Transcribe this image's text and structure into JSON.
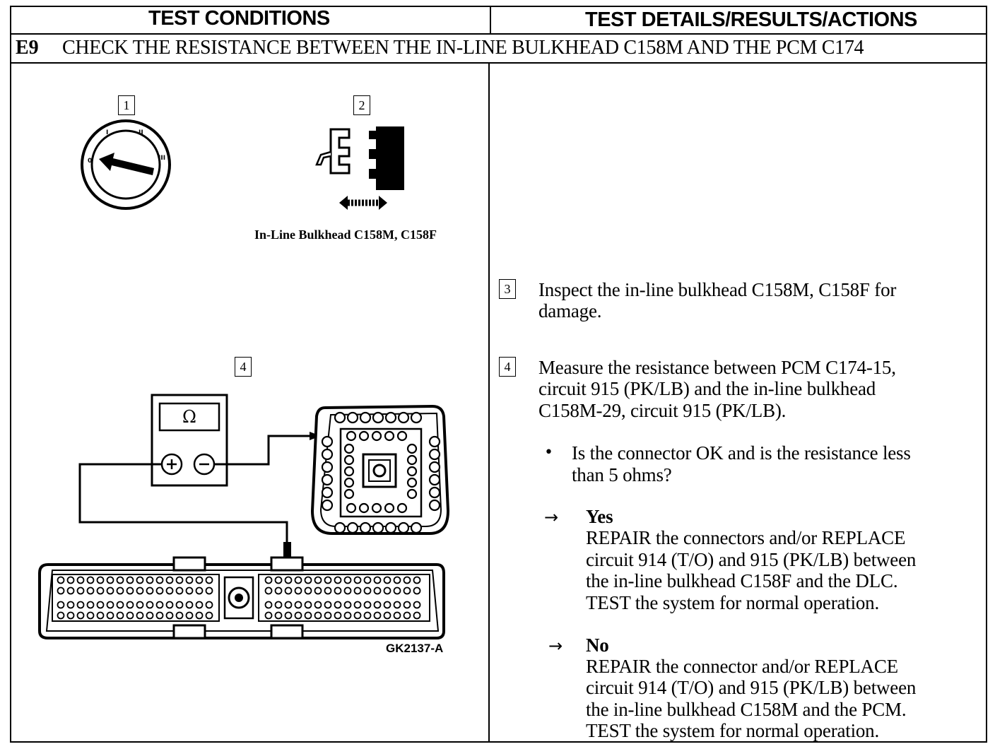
{
  "header": {
    "left": "TEST CONDITIONS",
    "right": "TEST DETAILS/RESULTS/ACTIONS"
  },
  "step": {
    "id": "E9",
    "title": "CHECK THE RESISTANCE BETWEEN THE IN-LINE BULKHEAD C158M AND THE PCM C174"
  },
  "figures": {
    "fig1": {
      "number": "1",
      "icon": "ignition-off-icon"
    },
    "fig2": {
      "number": "2",
      "icon": "connector-disconnect-icon",
      "caption": "In-Line Bulkhead C158M, C158F"
    },
    "fig4": {
      "number": "4",
      "icon": "ohmmeter-icon",
      "meter_symbol": "Ω",
      "figure_id": "GK2137-A"
    }
  },
  "instructions": {
    "step3": {
      "number": "3",
      "lines": [
        "Inspect the in-line bulkhead C158M, C158F for",
        "damage."
      ]
    },
    "step4": {
      "number": "4",
      "lines": [
        "Measure the resistance between PCM C174-15,",
        "circuit 915 (PK/LB) and the in-line bulkhead",
        "C158M-29, circuit 915 (PK/LB)."
      ]
    },
    "question": {
      "bullet": "•",
      "lines": [
        "Is the connector OK and is the resistance less",
        "than 5 ohms?"
      ]
    },
    "yes": {
      "arrow": "→",
      "label": "Yes",
      "lines": [
        "REPAIR the connectors and/or REPLACE",
        "circuit 914 (T/O) and 915 (PK/LB) between",
        "the in-line bulkhead C158F and the DLC.",
        "TEST the system for normal operation."
      ]
    },
    "no": {
      "arrow": "→",
      "label": "No",
      "lines": [
        "REPAIR the connector and/or REPLACE",
        "circuit 914 (T/O) and 915 (PK/LB) between",
        "the in-line bulkhead C158M and the PCM.",
        "TEST the system for normal operation."
      ]
    }
  }
}
